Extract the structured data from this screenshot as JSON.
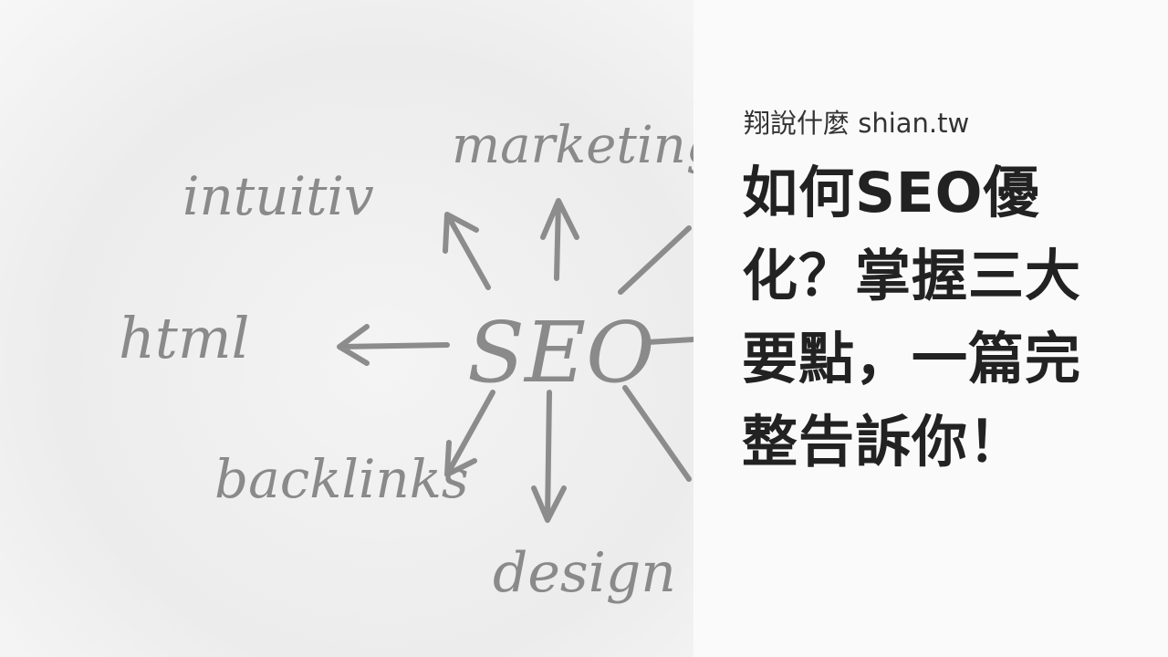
{
  "image": {
    "center_word": "SEO",
    "words": [
      "intuitiv",
      "marketing",
      "html",
      "backlinks",
      "design"
    ]
  },
  "site_label": "翔說什麼 shian.tw",
  "title": "如何SEO優化？掌握三大要點，一篇完整告訴你！"
}
